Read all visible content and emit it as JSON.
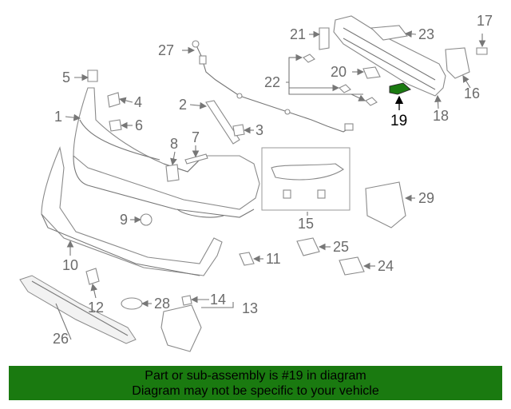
{
  "callouts": {
    "c1": "1",
    "c2": "2",
    "c3": "3",
    "c4": "4",
    "c5": "5",
    "c6": "6",
    "c7": "7",
    "c8": "8",
    "c9": "9",
    "c10": "10",
    "c11": "11",
    "c12": "12",
    "c13": "13",
    "c14": "14",
    "c15": "15",
    "c16": "16",
    "c17": "17",
    "c18": "18",
    "c19": "19",
    "c20": "20",
    "c21": "21",
    "c22": "22",
    "c23": "23",
    "c24": "24",
    "c25": "25",
    "c26": "26",
    "c27": "27",
    "c28": "28",
    "c29": "29"
  },
  "highlight": {
    "part_number": "19",
    "color": "#1a7a10"
  },
  "footer": {
    "line1": "Part or sub-assembly is #19 in diagram",
    "line2": "Diagram may not be specific to your vehicle",
    "background": "#1a7a10"
  }
}
